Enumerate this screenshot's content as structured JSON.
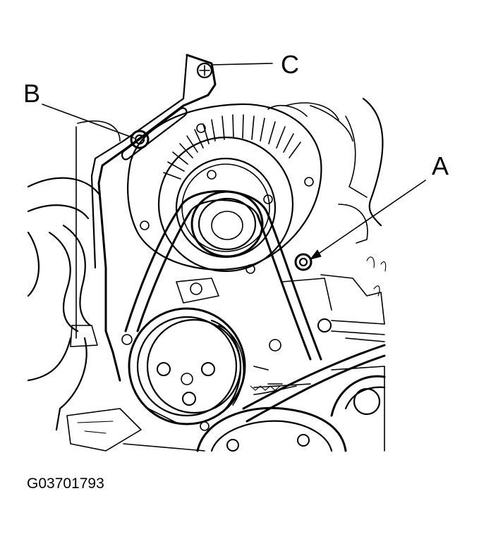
{
  "callouts": {
    "a": "A",
    "b": "B",
    "c": "C"
  },
  "figure_code": "G03701793"
}
